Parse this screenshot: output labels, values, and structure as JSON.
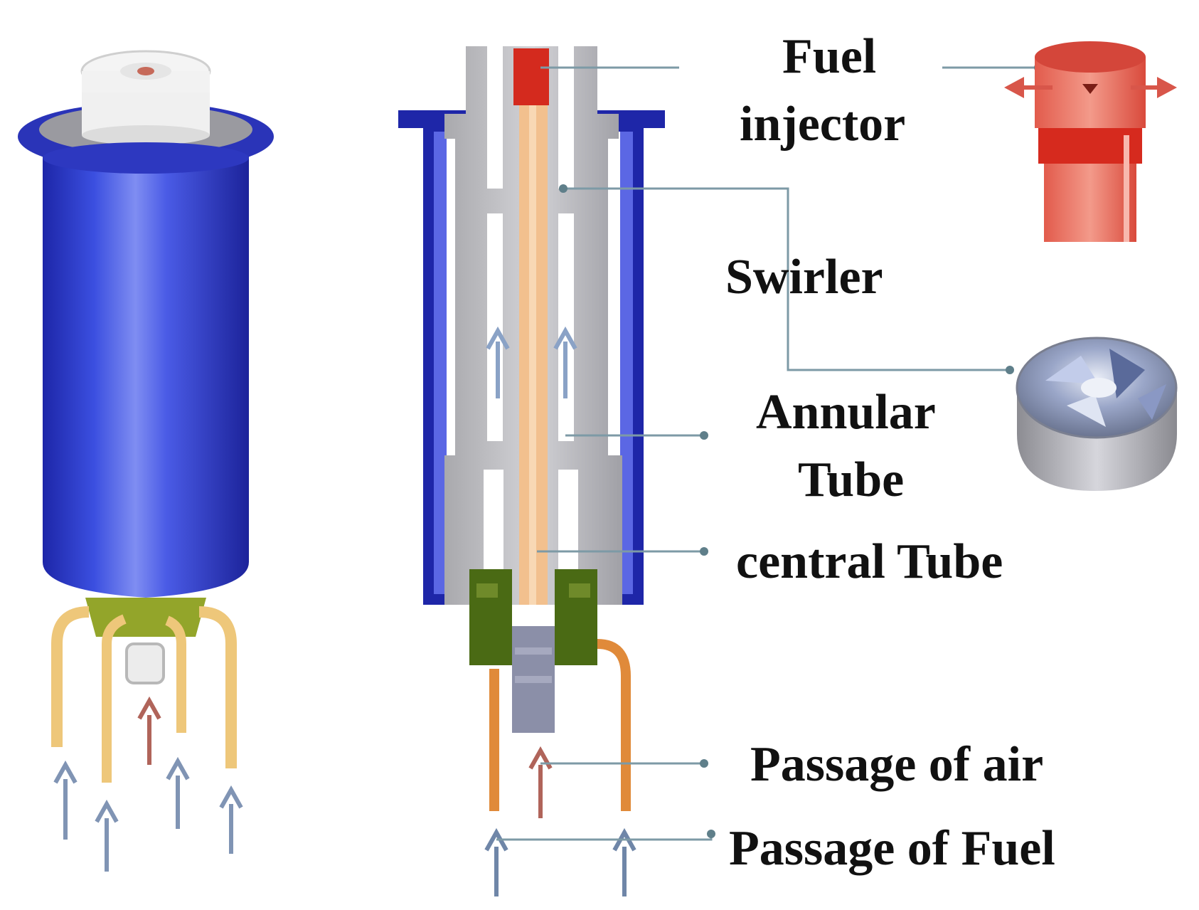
{
  "labels": {
    "fuel_injector_line1": "Fuel",
    "fuel_injector_line2": "injector",
    "swirler": "Swirler",
    "annular_line1": "Annular",
    "annular_line2": "Tube",
    "central_tube": "central Tube",
    "passage_air": "Passage of air",
    "passage_fuel": "Passage of Fuel"
  },
  "colors": {
    "liner_blue": "#3a46c8",
    "liner_dark": "#1a1fa0",
    "body_gray": "#b9b9bd",
    "central_tube": "#f2c08e",
    "injector_red": "#e0453a",
    "nozzle_green": "#4a6a14",
    "fuel_pipe": "#e08a3a",
    "air_pipe": "#eec77a",
    "arrow_blue": "#6f86a8",
    "arrow_red": "#b0645a",
    "leader": "#7d9aa6"
  },
  "icons": [
    "fuel-injector-icon",
    "swirler-icon"
  ]
}
